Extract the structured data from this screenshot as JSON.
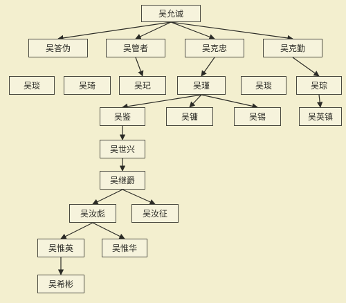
{
  "nodes": {
    "yunzheng": "吴允诚",
    "dawei": "吴答伪",
    "guanzhe": "吴管者",
    "kezhong": "吴克忠",
    "keqin": "吴克勤",
    "tan": "吴琰",
    "qi": "吴琦",
    "ji": "吴玘",
    "jin": "吴瑾",
    "yan": "吴琰",
    "cong": "吴琮",
    "jian": "吴鉴",
    "yong": "吴镛",
    "xi": "吴锡",
    "yingzhen": "吴英镇",
    "shixing": "吴世兴",
    "jijue": "吴继爵",
    "rubiao": "吴汝彪",
    "ruzheng": "吴汝征",
    "weiying": "吴惟英",
    "weihua": "吴惟华",
    "xibin": "吴希彬"
  },
  "edges": [
    [
      "yunzheng",
      "dawei"
    ],
    [
      "yunzheng",
      "guanzhe"
    ],
    [
      "yunzheng",
      "kezhong"
    ],
    [
      "yunzheng",
      "keqin"
    ],
    [
      "guanzhe",
      "ji"
    ],
    [
      "kezhong",
      "jin"
    ],
    [
      "keqin",
      "cong"
    ],
    [
      "jin",
      "jian"
    ],
    [
      "jin",
      "yong"
    ],
    [
      "jin",
      "xi"
    ],
    [
      "cong",
      "yingzhen"
    ],
    [
      "jian",
      "shixing"
    ],
    [
      "shixing",
      "jijue"
    ],
    [
      "jijue",
      "rubiao"
    ],
    [
      "jijue",
      "ruzheng"
    ],
    [
      "rubiao",
      "weiying"
    ],
    [
      "rubiao",
      "weihua"
    ],
    [
      "weiying",
      "xibin"
    ]
  ]
}
